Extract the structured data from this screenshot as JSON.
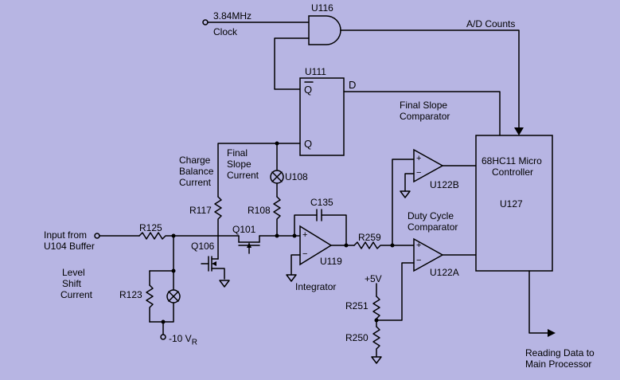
{
  "labels": {
    "clock_freq": "3.84MHz",
    "clock": "Clock",
    "u116": "U116",
    "ad_counts": "A/D Counts",
    "u111": "U111",
    "d": "D",
    "qbar": "Q",
    "q": "Q",
    "final_slope_comparator_1": "Final Slope",
    "final_slope_comparator_2": "Comparator",
    "charge_balance_1": "Charge",
    "charge_balance_2": "Balance",
    "charge_balance_3": "Current",
    "final_slope_current_1": "Final",
    "final_slope_current_2": "Slope",
    "final_slope_current_3": "Current",
    "u108": "U108",
    "r117": "R117",
    "r108": "R108",
    "c135": "C135",
    "input_1": "Input from",
    "input_2": "U104 Buffer",
    "r125": "R125",
    "q101": "Q101",
    "q106": "Q106",
    "level_shift_1": "Level",
    "level_shift_2": "Shift",
    "level_shift_3": "Current",
    "r123": "R123",
    "vr_main": "-10 V",
    "vr_sub": "R",
    "u119": "U119",
    "integrator": "Integrator",
    "r259": "R259",
    "u122b": "U122B",
    "duty_cycle_1": "Duty Cycle",
    "duty_cycle_2": "Comparator",
    "u122a": "U122A",
    "plus5v": "+5V",
    "r251": "R251",
    "r250": "R250",
    "micro_1": "68HC11 Micro",
    "micro_2": "Controller",
    "u127": "U127",
    "reading_1": "Reading Data to",
    "reading_2": "Main Processor",
    "plus": "+",
    "minus": "−"
  }
}
